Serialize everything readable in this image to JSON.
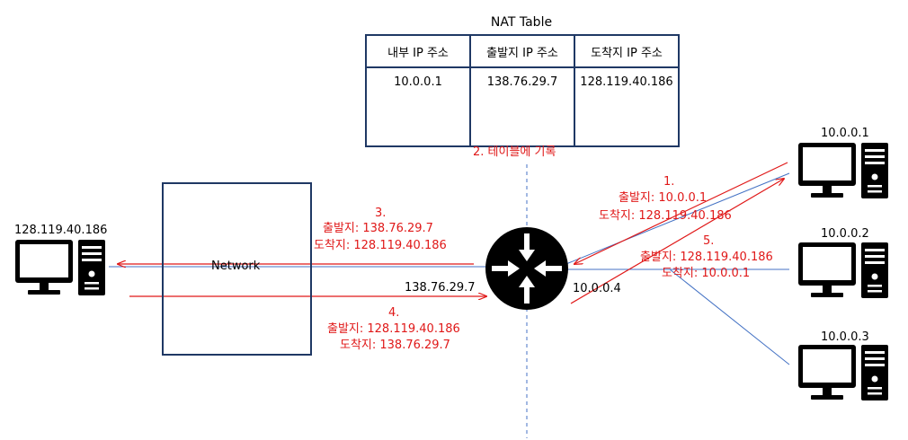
{
  "table": {
    "title": "NAT Table",
    "headers": [
      "내부 IP 주소",
      "출발지 IP 주소",
      "도착지 IP 주소"
    ],
    "row": [
      "10.0.0.1",
      "138.76.29.7",
      "128.119.40.186"
    ]
  },
  "step2": "2. 테이블에 기록",
  "network_label": "Network",
  "left_host": "128.119.40.186",
  "hosts": [
    "10.0.0.1",
    "10.0.0.2",
    "10.0.0.3"
  ],
  "router_public_ip": "138.76.29.7",
  "router_private_ip": "10.0.0.4",
  "step1": {
    "num": "1.",
    "src": "출발지: 10.0.0.1",
    "dst": "도착지: 128.119.40.186"
  },
  "step3": {
    "num": "3.",
    "src": "출발지: 138.76.29.7",
    "dst": "도착지: 128.119.40.186"
  },
  "step4": {
    "num": "4.",
    "src": "출발지: 128.119.40.186",
    "dst": "도착지: 138.76.29.7"
  },
  "step5": {
    "num": "5.",
    "src": "출발지: 128.119.40.186",
    "dst": "도착지: 10.0.0.1"
  },
  "colors": {
    "line": "#4472c4",
    "arrow": "#e01818",
    "box": "#1f3864",
    "label": "#e01818"
  }
}
